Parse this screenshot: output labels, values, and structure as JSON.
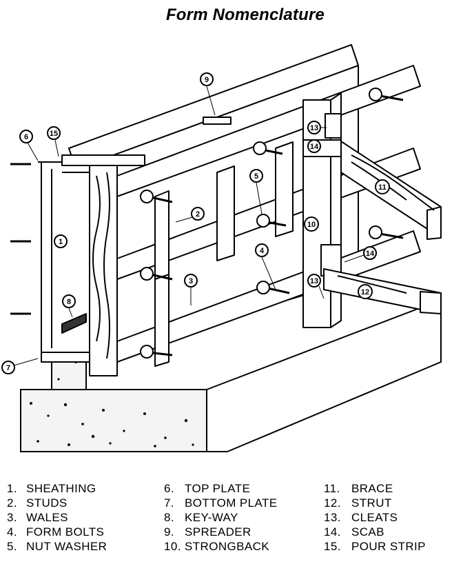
{
  "title": "Form Nomenclature",
  "callouts": [
    "1",
    "2",
    "3",
    "4",
    "5",
    "6",
    "7",
    "8",
    "9",
    "10",
    "11",
    "12",
    "13",
    "14",
    "15"
  ],
  "legend": {
    "columns": [
      [
        {
          "num": "1.",
          "label": "SHEATHING"
        },
        {
          "num": "2.",
          "label": "STUDS"
        },
        {
          "num": "3.",
          "label": "WALES"
        },
        {
          "num": "4.",
          "label": "FORM BOLTS"
        },
        {
          "num": "5.",
          "label": "NUT WASHER"
        }
      ],
      [
        {
          "num": "6.",
          "label": "TOP PLATE"
        },
        {
          "num": "7.",
          "label": "BOTTOM PLATE"
        },
        {
          "num": "8.",
          "label": "KEY-WAY"
        },
        {
          "num": "9.",
          "label": "SPREADER"
        },
        {
          "num": "10.",
          "label": "STRONGBACK"
        }
      ],
      [
        {
          "num": "11.",
          "label": "BRACE"
        },
        {
          "num": "12.",
          "label": "STRUT"
        },
        {
          "num": "13.",
          "label": "CLEATS"
        },
        {
          "num": "14.",
          "label": "SCAB"
        },
        {
          "num": "15.",
          "label": "POUR STRIP"
        }
      ]
    ]
  }
}
